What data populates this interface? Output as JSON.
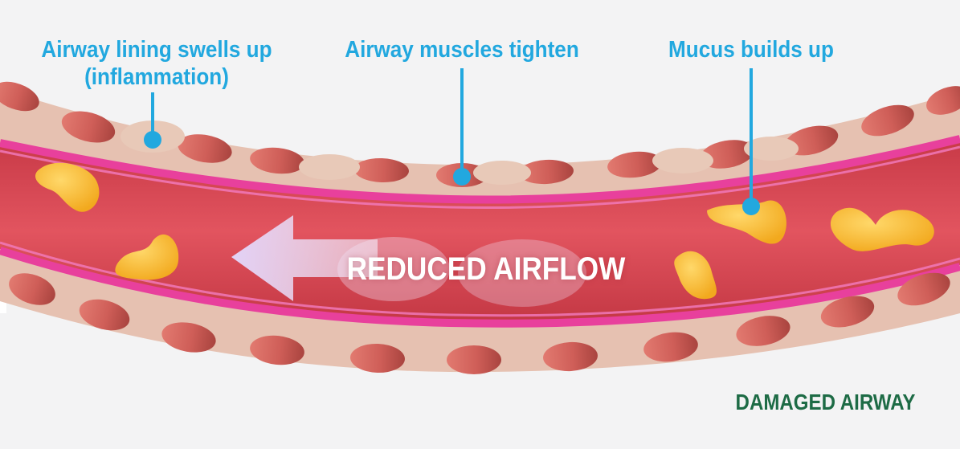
{
  "labels": {
    "swelling": [
      "Airway lining swells up",
      "(inflammation)"
    ],
    "muscles": "Airway muscles tighten",
    "mucus": "Mucus builds up"
  },
  "airflow_label": "REDUCED AIRFLOW",
  "title": "DAMAGED AIRWAY",
  "colors": {
    "label_blue": "#22a8df",
    "title_green": "#1d6b45",
    "lumen_red": "#d94a57",
    "lining_pink": "#e8409c",
    "tissue_beige": "#e2b9a8",
    "muscle_red": "#d56a62",
    "mucus_yellow": "#f4b732",
    "arrow_lavender": "#e6d8f6"
  }
}
